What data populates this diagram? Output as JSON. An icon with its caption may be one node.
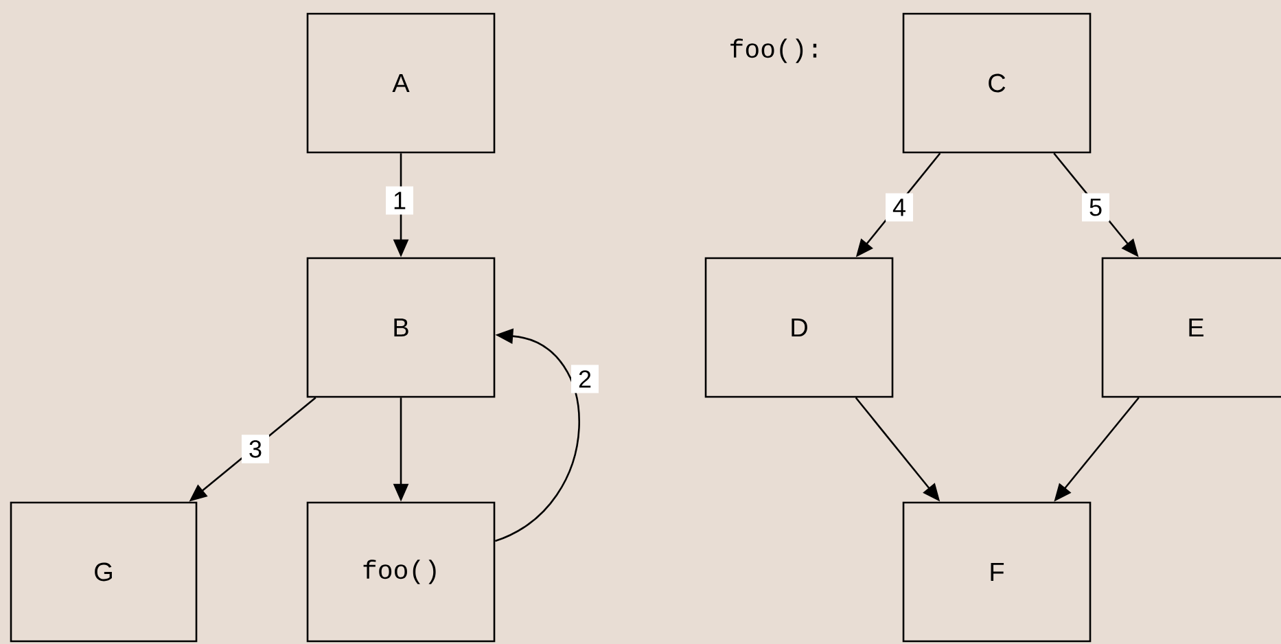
{
  "diagram": {
    "nodes": [
      {
        "text": [
          "A"
        ]
      },
      {
        "text": [
          "B"
        ]
      },
      {
        "text": [
          "G"
        ]
      },
      {
        "text": [
          "foo()"
        ]
      },
      {
        "text": [
          "C"
        ]
      },
      {
        "text": [
          "D"
        ]
      },
      {
        "text": [
          "E"
        ]
      },
      {
        "text": [
          "F"
        ]
      }
    ],
    "edges": [
      {
        "from": 0,
        "to": 1,
        "arrow": "to",
        "label": "1"
      },
      {
        "from": 3,
        "to": 1,
        "arrow": "to",
        "label": "2"
      },
      {
        "from": 1,
        "to": 2,
        "arrow": "to",
        "label": "3"
      },
      {
        "from": 1,
        "to": 3,
        "arrow": "to"
      },
      {
        "from": 4,
        "to": 5,
        "arrow": "to",
        "label": "4"
      },
      {
        "from": 4,
        "to": 6,
        "arrow": "to",
        "label": "5"
      },
      {
        "from": 5,
        "to": 7,
        "arrow": "to"
      },
      {
        "from": 6,
        "to": 7,
        "arrow": "to"
      }
    ],
    "labels": [
      "foo():"
    ]
  }
}
